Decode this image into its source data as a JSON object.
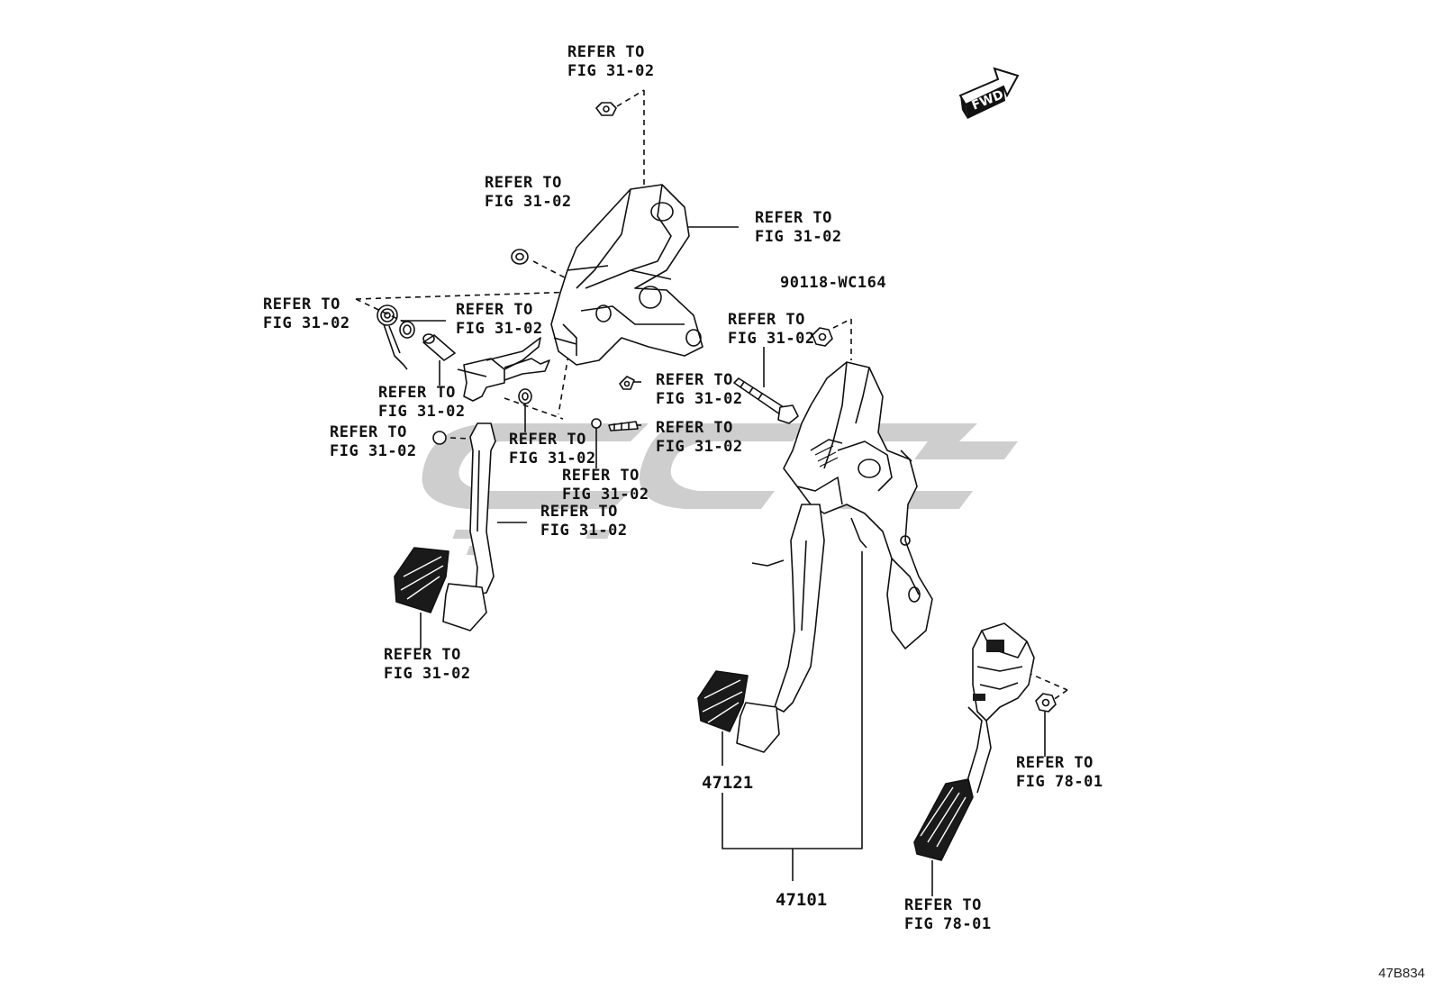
{
  "diagram_id": "47B834",
  "fwd_label": "FWD",
  "refer_to": "REFER TO",
  "fig_31": "FIG 31-02",
  "fig_78": "FIG 78-01",
  "part_90118": "90118-WC164",
  "part_47121": "47121",
  "part_47101": "47101",
  "colors": {
    "line": "#111111",
    "watermark": "#c8c8c8",
    "pad": "#1a1a1a"
  }
}
